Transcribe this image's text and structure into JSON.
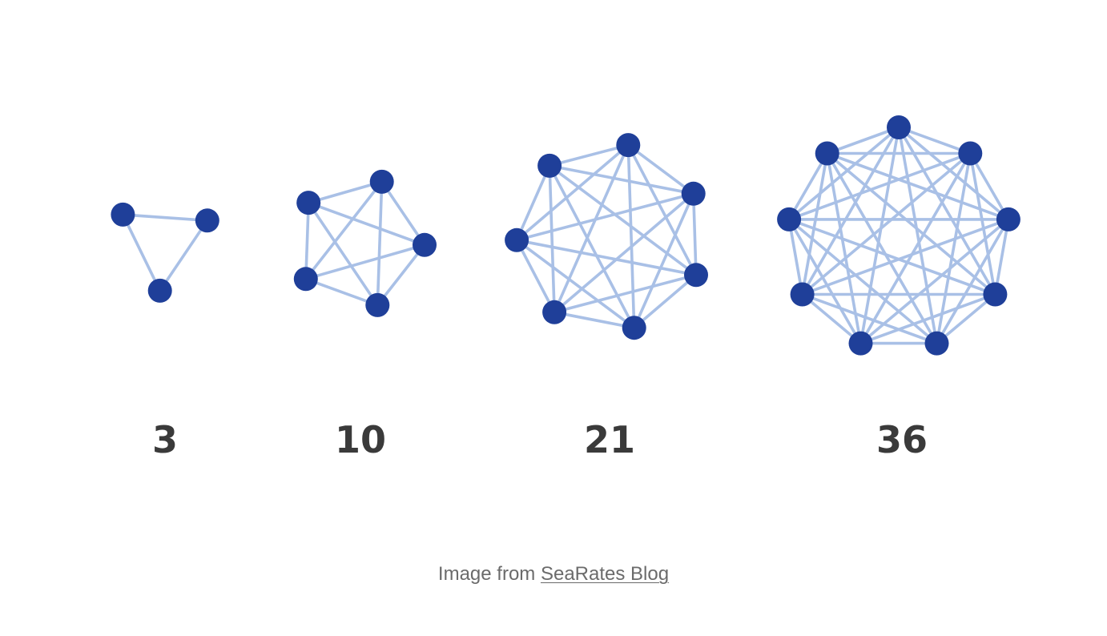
{
  "graphs": [
    {
      "nodes": 3,
      "connections_label": "3"
    },
    {
      "nodes": 5,
      "connections_label": "10"
    },
    {
      "nodes": 7,
      "connections_label": "21"
    },
    {
      "nodes": 9,
      "connections_label": "36"
    }
  ],
  "colors": {
    "node": "#1f3f99",
    "edge": "#a9c0e6",
    "label": "#3a3a3a",
    "caption": "#6b6b6b"
  },
  "caption": {
    "prefix": "Image from",
    "link_text": "SeaRates Blog"
  }
}
